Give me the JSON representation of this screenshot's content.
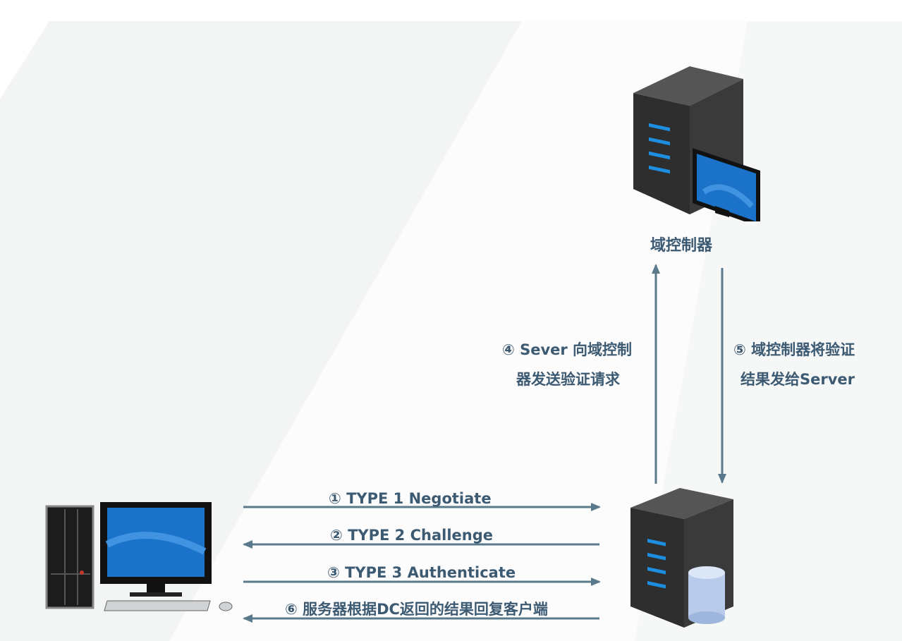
{
  "colors": {
    "arrow": "#5a7a8c",
    "text": "#3d5a73",
    "server_body": "#2c2c2c",
    "server_led": "#1e8fe0",
    "monitor_screen": "#1a73c9",
    "database": "#b8cbea"
  },
  "diagram": {
    "nodes": {
      "domain_controller": {
        "label": "域控制器",
        "icon": "server-with-monitor-icon"
      },
      "server": {
        "label": "",
        "icon": "server-with-database-icon"
      },
      "client": {
        "label": "",
        "icon": "desktop-computer-icon"
      }
    },
    "messages": [
      {
        "id": "m1",
        "text": "① TYPE 1 Negotiate",
        "from": "client",
        "to": "server"
      },
      {
        "id": "m2",
        "text": "② TYPE 2 Challenge",
        "from": "server",
        "to": "client"
      },
      {
        "id": "m3",
        "text": "③ TYPE 3 Authenticate",
        "from": "client",
        "to": "server"
      },
      {
        "id": "m4",
        "text_line1": "④ Sever 向域控制",
        "text_line2": "器发送验证请求",
        "from": "server",
        "to": "domain_controller"
      },
      {
        "id": "m5",
        "text_line1": "⑤ 域控制器将验证",
        "text_line2": "结果发给Server",
        "from": "domain_controller",
        "to": "server"
      },
      {
        "id": "m6",
        "text": "⑥ 服务器根据DC返回的结果回复客户端",
        "from": "server",
        "to": "client"
      }
    ]
  }
}
